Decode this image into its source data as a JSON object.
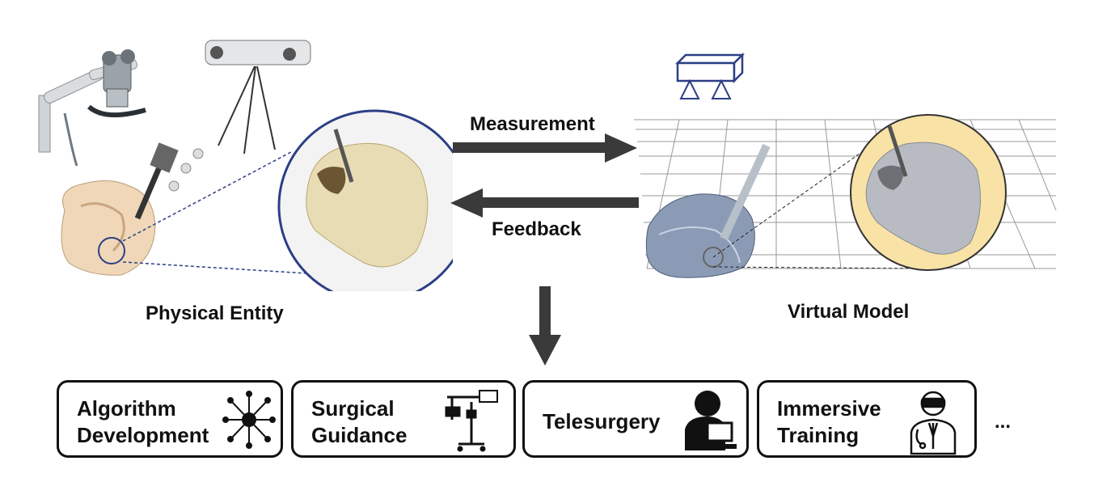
{
  "physical": {
    "label": "Physical Entity",
    "icons": [
      "surgical-microscope",
      "optical-tracker-on-tripod",
      "patient-head-with-drill",
      "skull-closeup"
    ]
  },
  "virtual": {
    "label": "Virtual Model",
    "icons": [
      "tracker-camera",
      "3d-grid-floor",
      "virtual-head-model",
      "virtual-skull-closeup"
    ]
  },
  "arrows": {
    "measurement": "Measurement",
    "feedback": "Feedback"
  },
  "applications": [
    {
      "line1": "Algorithm",
      "line2": "Development",
      "icon": "network-icon"
    },
    {
      "line1": "Surgical",
      "line2": "Guidance",
      "icon": "surgical-cart-icon"
    },
    {
      "line1": "Telesurgery",
      "line2": "",
      "icon": "remote-operator-icon"
    },
    {
      "line1": "Immersive",
      "line2": "Training",
      "icon": "vr-doctor-icon"
    }
  ],
  "ellipsis": "...",
  "colors": {
    "arrow": "#3a3a3a",
    "circle_border": "#2c3f86",
    "virtual_circle_fill": "#f9e2a6",
    "skull": "#e8dcb4",
    "grid": "#999999"
  }
}
